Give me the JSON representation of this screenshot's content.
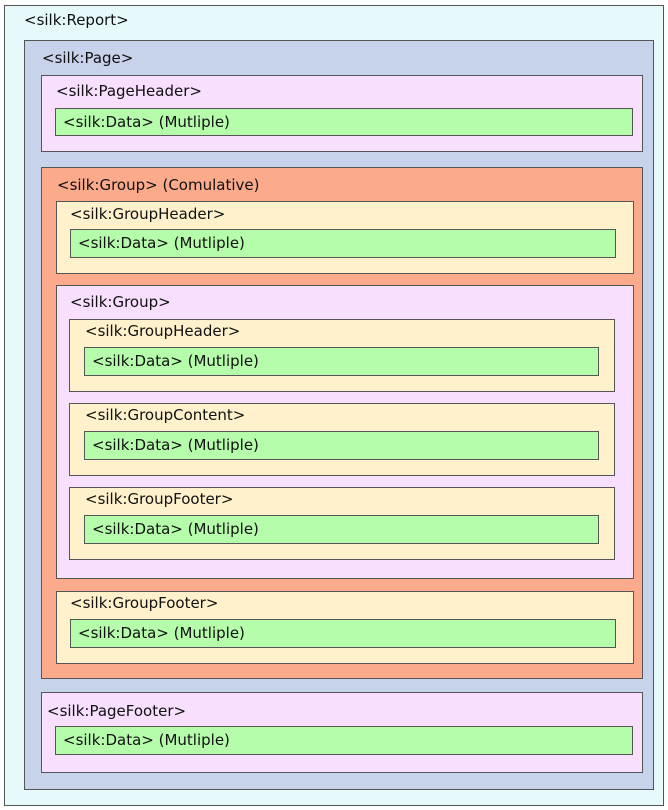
{
  "report": {
    "label": "<silk:Report>"
  },
  "page": {
    "label": "<silk:Page>"
  },
  "page_header": {
    "label": "<silk:PageHeader>",
    "data_label": "<silk:Data> (Mutliple)"
  },
  "outer_group": {
    "label": "<silk:Group> (Comulative)",
    "header": {
      "label": "<silk:GroupHeader>",
      "data_label": "<silk:Data> (Mutliple)"
    },
    "inner_group": {
      "label": "<silk:Group>",
      "header": {
        "label": "<silk:GroupHeader>",
        "data_label": "<silk:Data> (Mutliple)"
      },
      "content": {
        "label": "<silk:GroupContent>",
        "data_label": "<silk:Data> (Mutliple)"
      },
      "footer": {
        "label": "<silk:GroupFooter>",
        "data_label": "<silk:Data> (Mutliple)"
      }
    },
    "footer": {
      "label": "<silk:GroupFooter>",
      "data_label": "<silk:Data> (Mutliple)"
    }
  },
  "page_footer": {
    "label": "<silk:PageFooter>",
    "data_label": "<silk:Data> (Mutliple)"
  },
  "colors": {
    "report": "#e6fafb",
    "page": "#c7d3ea",
    "header_footer": "#f7dffd",
    "group": "#fbab8b",
    "group_section": "#fef1cb",
    "data": "#b6fdab"
  }
}
